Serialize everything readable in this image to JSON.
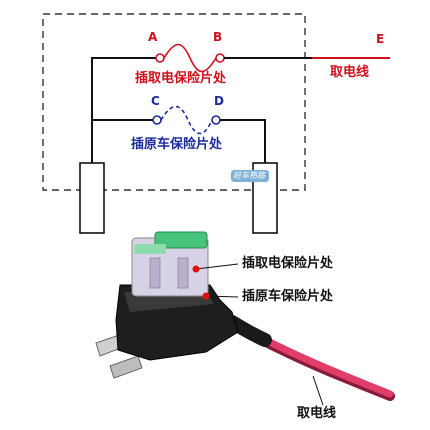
{
  "diagram": {
    "terminals": {
      "a": "A",
      "b": "B",
      "c": "C",
      "d": "D",
      "e": "E"
    },
    "labels": {
      "power_fuse_slot": "插取电保险片处",
      "original_fuse_slot": "插原车保险片处",
      "power_output": "取电线"
    },
    "watermark": "轻车熟路"
  },
  "photo": {
    "callouts": {
      "power_fuse_slot": "插取电保险片处",
      "original_fuse_slot": "插原车保险片处",
      "power_output": "取电线"
    }
  },
  "colors": {
    "red": "#d0101e",
    "blue": "#1b2b9c",
    "black": "#111111"
  }
}
